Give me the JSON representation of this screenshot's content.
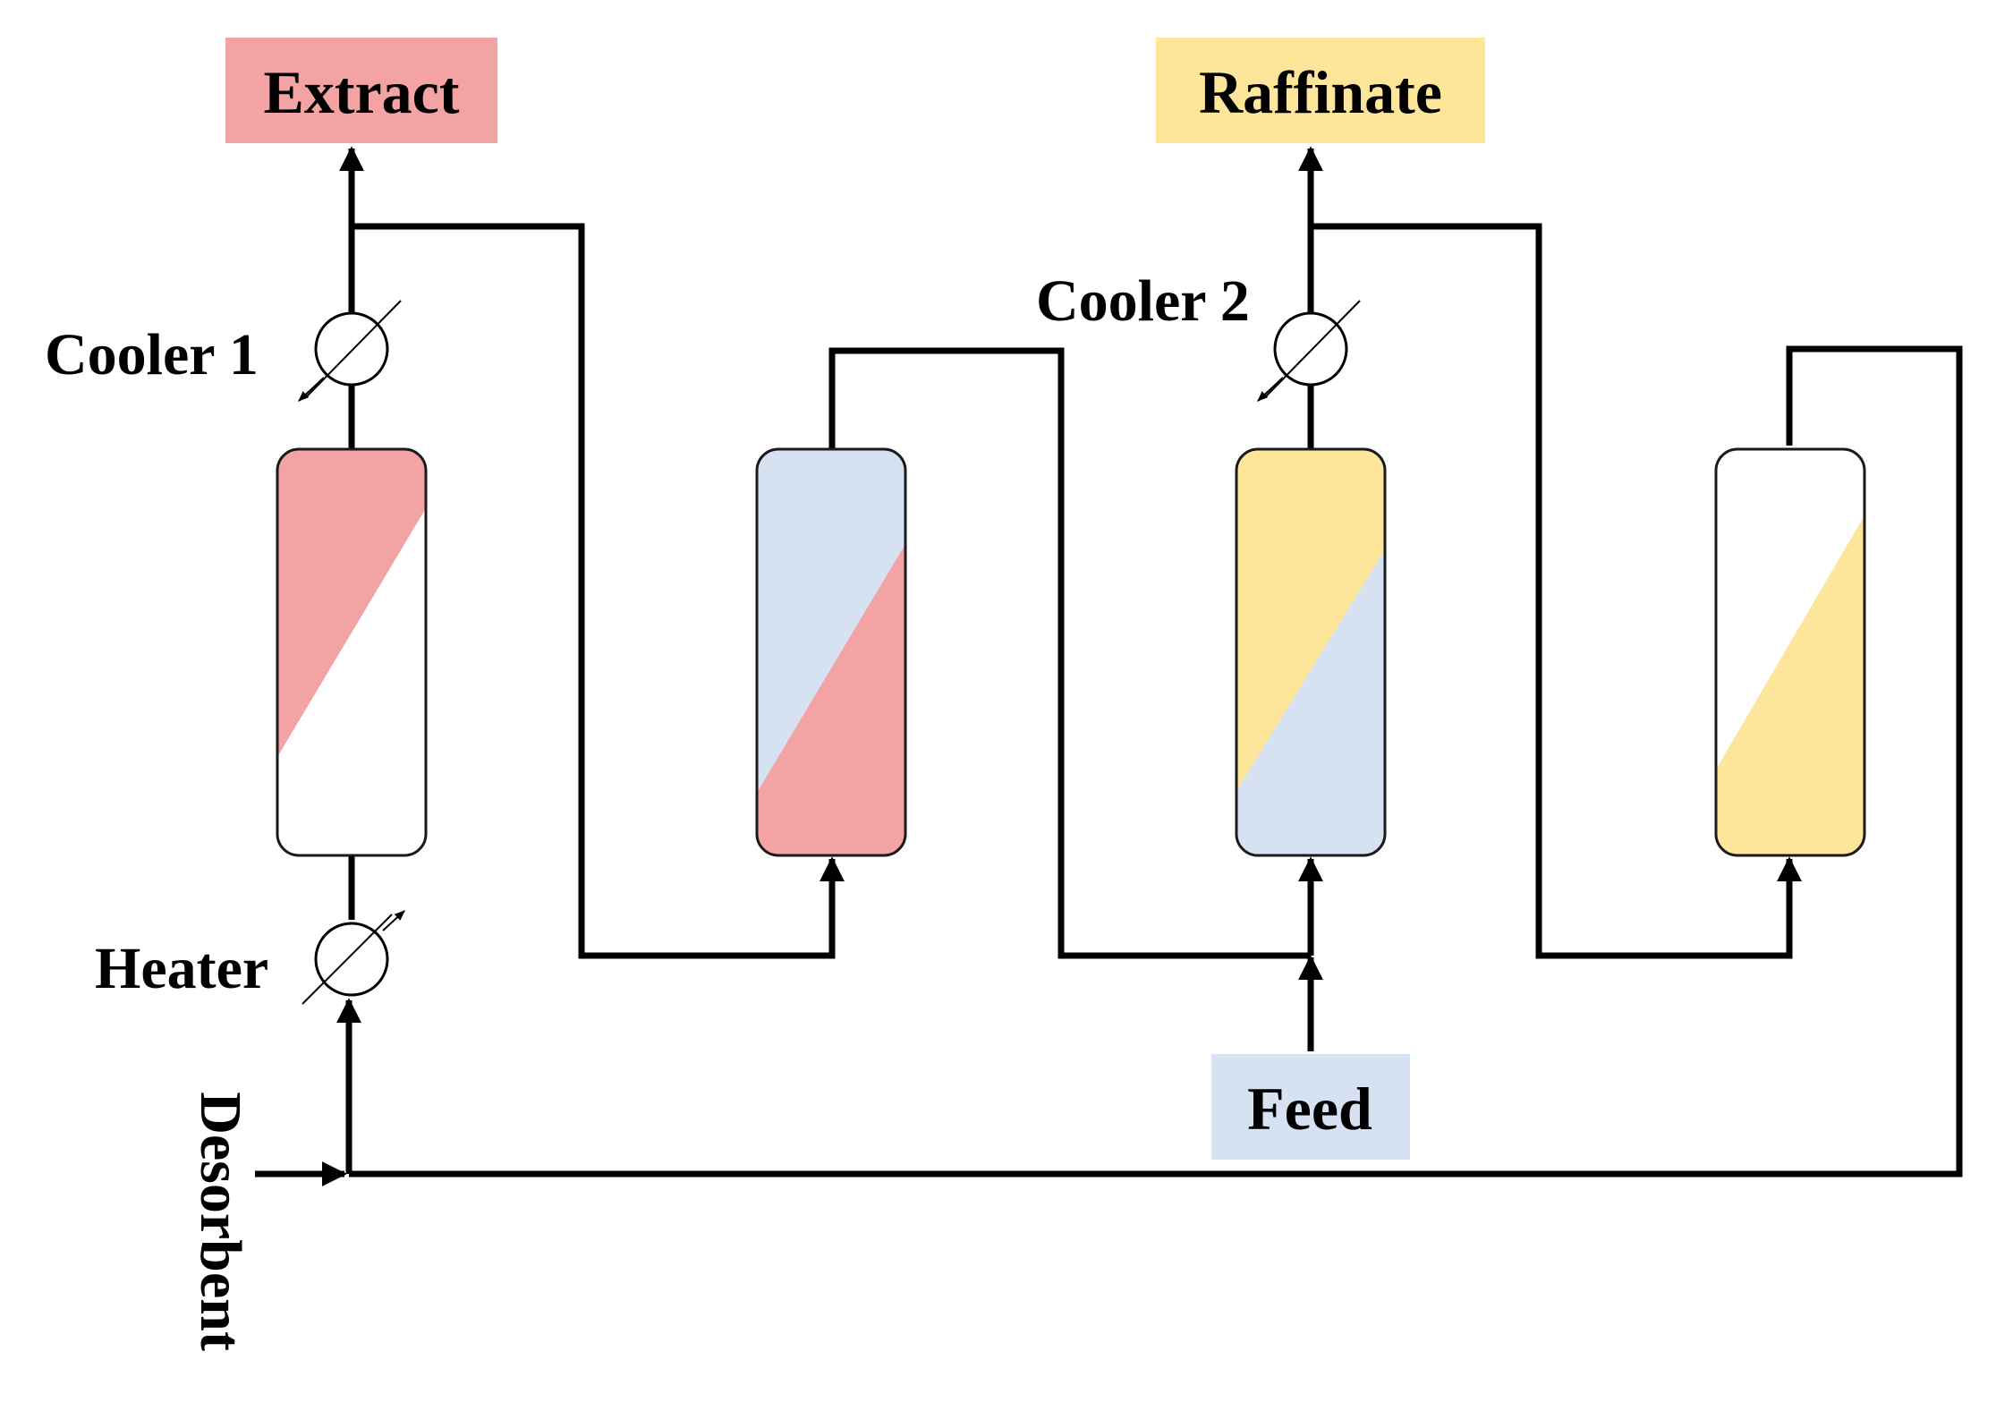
{
  "labels": {
    "extract": "Extract",
    "raffinate": "Raffinate",
    "feed": "Feed",
    "desorbent": "Desorbent",
    "cooler1": "Cooler 1",
    "cooler2": "Cooler 2",
    "heater": "Heater"
  },
  "colors": {
    "extract": "#f4a3a5",
    "raffinate": "#fde59a",
    "feed": "#d6e1f1",
    "white": "#ffffff",
    "line": "#000000"
  },
  "columns": [
    {
      "id": "column-1",
      "upper_fill": "extract",
      "lower_fill": "white"
    },
    {
      "id": "column-2",
      "upper_fill": "feed",
      "lower_fill": "extract"
    },
    {
      "id": "column-3",
      "upper_fill": "raffinate",
      "lower_fill": "feed"
    },
    {
      "id": "column-4",
      "upper_fill": "white",
      "lower_fill": "raffinate"
    }
  ]
}
